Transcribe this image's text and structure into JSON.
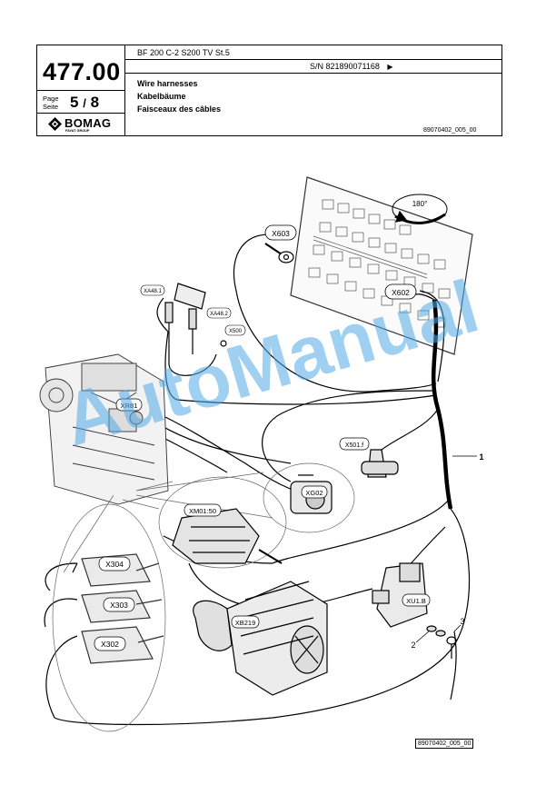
{
  "header": {
    "page_number": "477.00",
    "page_label_en": "Page",
    "page_label_de": "Seite",
    "page_current": "5",
    "page_sep": "/",
    "page_total": "8",
    "logo_text": "BOMAG",
    "logo_sub": "FAYAT GROUP",
    "model": "BF 200 C-2 S200 TV St.5",
    "serial": "S/N 821890071168",
    "title_en": "Wire harnesses",
    "title_de": "Kabelbäume",
    "title_fr": "Faisceaux des câbles",
    "doc_ref": "89070402_005_00"
  },
  "drawing": {
    "labels": {
      "rotation": "180°",
      "x603": "X603",
      "x602": "X602",
      "xa48_1": "XA48.1",
      "xa48_2": "XA48.2",
      "x500": "X500",
      "xr81": "XR81",
      "x501f": "X501.f",
      "xg02": "XG02",
      "xm01_50": "XM01:50",
      "x304": "X304",
      "x303": "X303",
      "x302": "X302",
      "xb219": "XB219",
      "xu1b": "XU1.B",
      "item1": "1",
      "item2": "2",
      "item3": "3"
    },
    "footer_ref": "89070402_005_00"
  },
  "watermark": "AutoManual"
}
